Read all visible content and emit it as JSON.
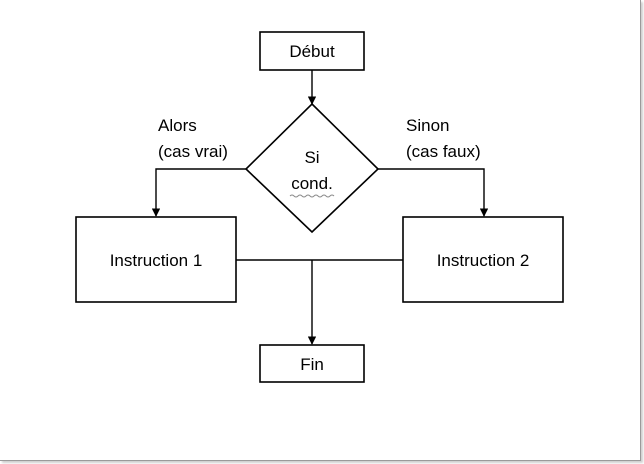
{
  "diagram": {
    "start": "Début",
    "condition": {
      "line1": "Si",
      "line2": "cond."
    },
    "then_branch": {
      "line1": "Alors",
      "line2": "(cas vrai)"
    },
    "else_branch": {
      "line1": "Sinon",
      "line2": "(cas faux)"
    },
    "instruction1": "Instruction 1",
    "instruction2": "Instruction 2",
    "end": "Fin"
  },
  "colors": {
    "stroke": "#000000",
    "background": "#ffffff"
  }
}
